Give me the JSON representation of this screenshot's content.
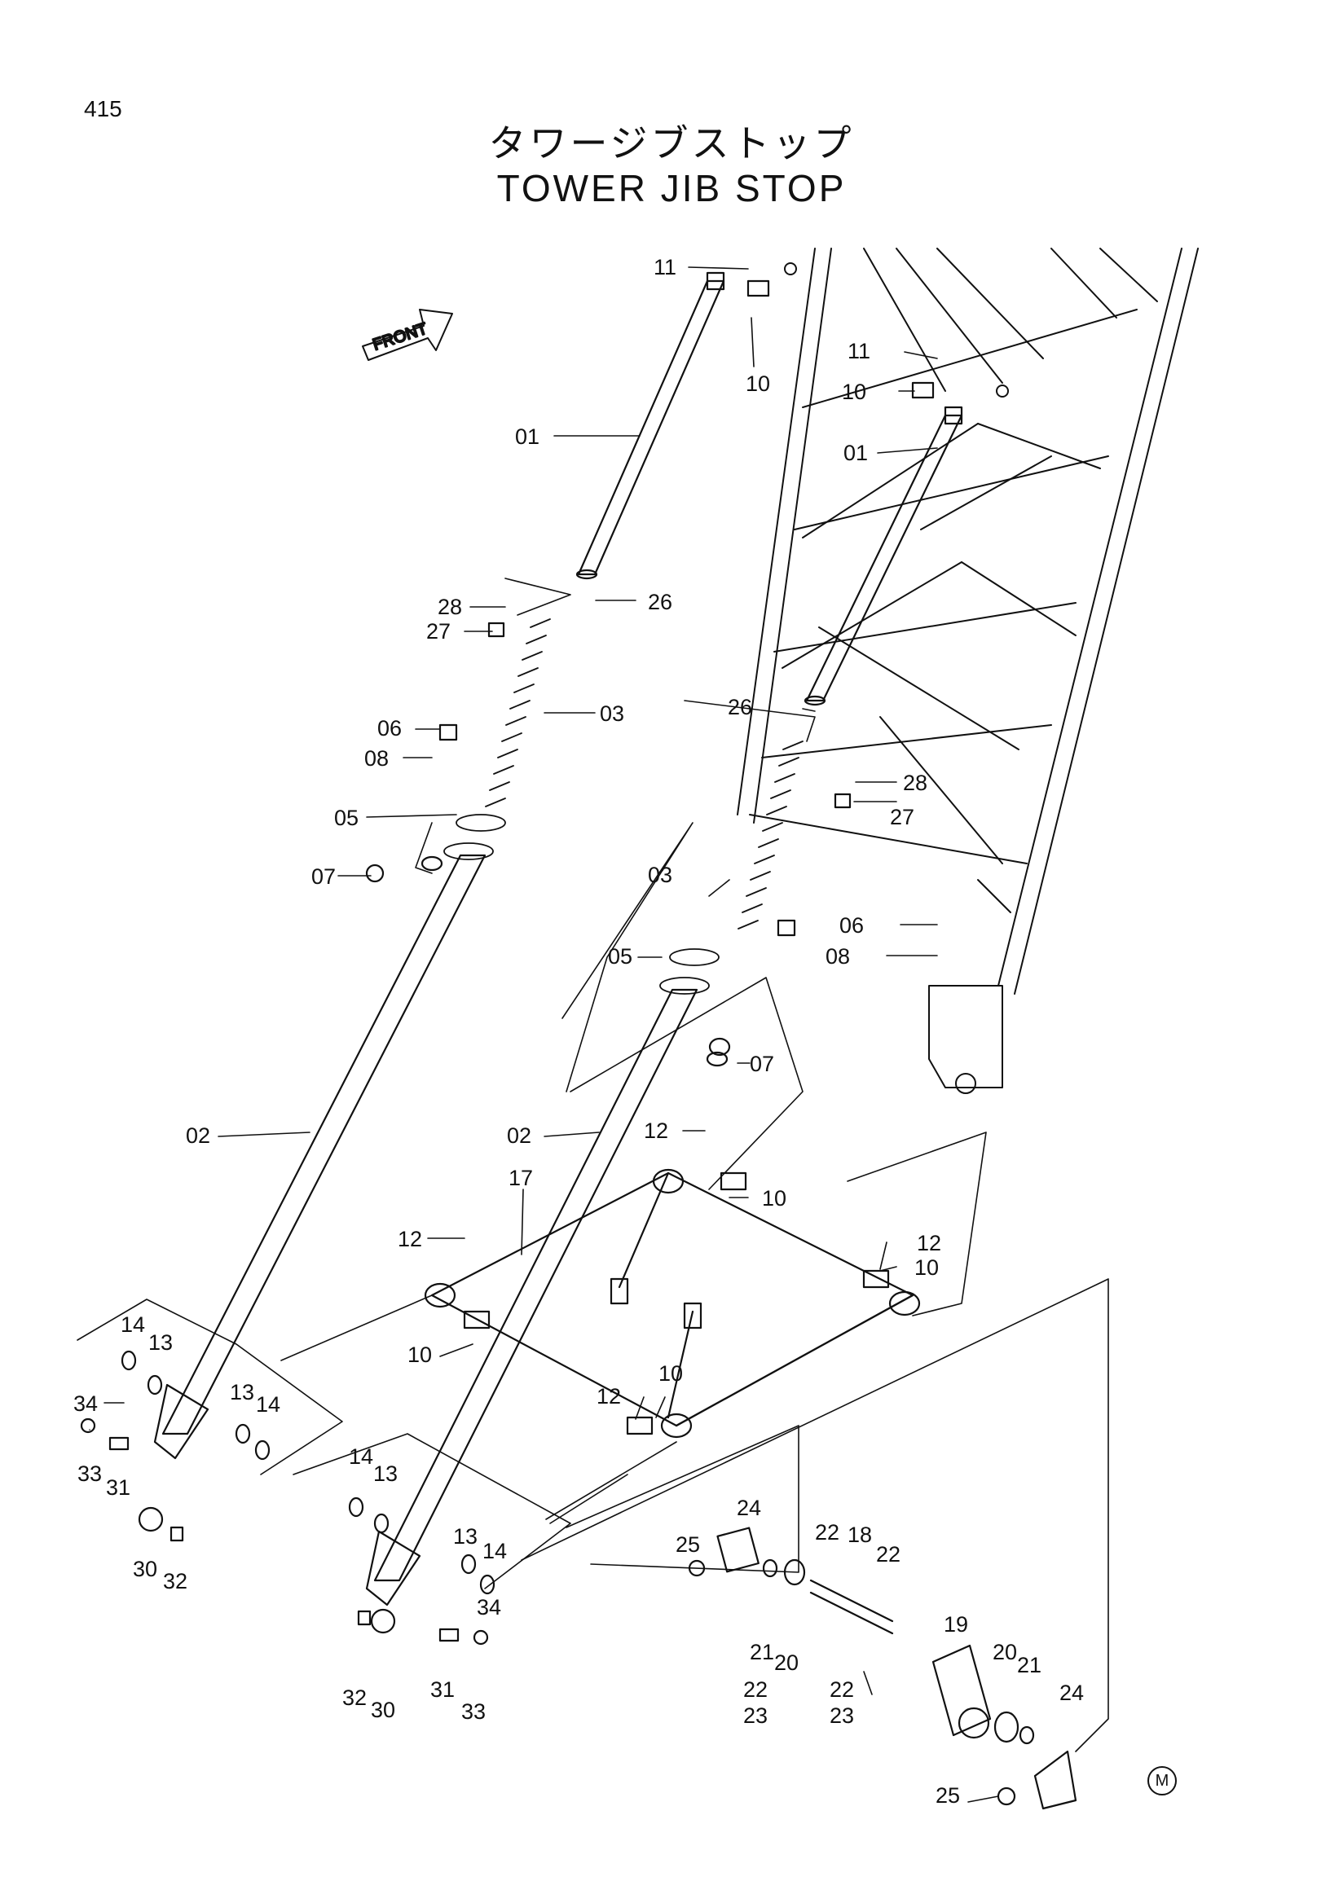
{
  "page_number": "415",
  "title_jp": "タワージブストップ",
  "title_en": "TOWER JIB STOP",
  "front_label": "FRONT",
  "corner_mark": "M",
  "callouts": {
    "c01a": "01",
    "c01b": "01",
    "c02a": "02",
    "c02b": "02",
    "c03a": "03",
    "c03b": "03",
    "c05a": "05",
    "c05b": "05",
    "c06a": "06",
    "c06b": "06",
    "c07a": "07",
    "c07b": "07",
    "c08a": "08",
    "c08b": "08",
    "c10a": "10",
    "c10b": "10",
    "c10c": "10",
    "c10d": "10",
    "c10e": "10",
    "c10f": "10",
    "c11a": "11",
    "c11b": "11",
    "c12a": "12",
    "c12b": "12",
    "c12c": "12",
    "c12d": "12",
    "c13a": "13",
    "c13b": "13",
    "c13c": "13",
    "c13d": "13",
    "c14a": "14",
    "c14b": "14",
    "c14c": "14",
    "c14d": "14",
    "c17": "17",
    "c18": "18",
    "c19": "19",
    "c20a": "20",
    "c20b": "20",
    "c21a": "21",
    "c21b": "21",
    "c22a": "22",
    "c22b": "22",
    "c22c": "22",
    "c22d": "22",
    "c23a": "23",
    "c23b": "23",
    "c24a": "24",
    "c24b": "24",
    "c25a": "25",
    "c25b": "25",
    "c26a": "26",
    "c26b": "26",
    "c27a": "27",
    "c27b": "27",
    "c28a": "28",
    "c28b": "28",
    "c30a": "30",
    "c30b": "30",
    "c31a": "31",
    "c31b": "31",
    "c32a": "32",
    "c32b": "32",
    "c33a": "33",
    "c33b": "33",
    "c34a": "34",
    "c34b": "34"
  }
}
